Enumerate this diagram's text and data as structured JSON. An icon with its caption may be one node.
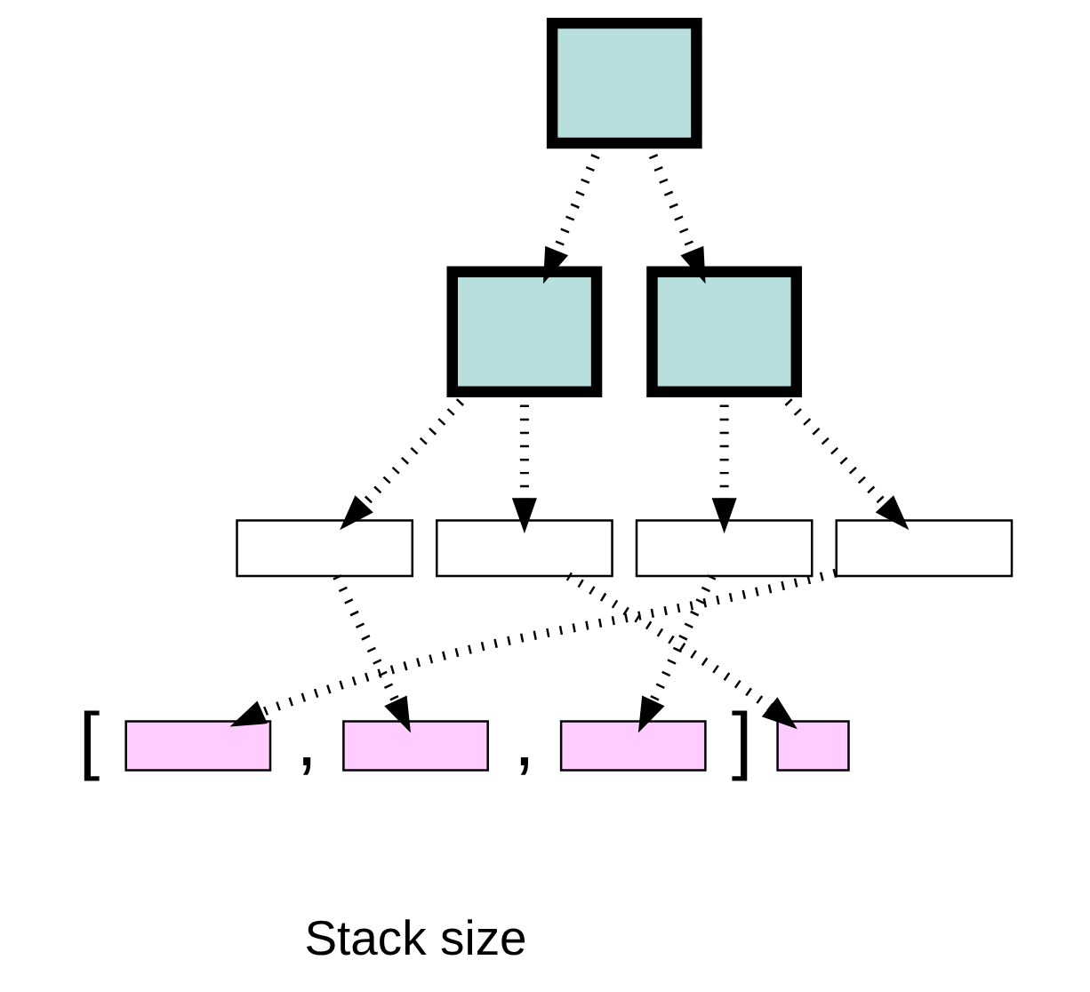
{
  "diagram": {
    "nodes": [
      {
        "text": [],
        "shape": "box"
      },
      {
        "text": [],
        "shape": "box"
      },
      {
        "text": [],
        "shape": "box"
      },
      {
        "text": [],
        "shape": "box"
      },
      {
        "text": [],
        "shape": "box"
      },
      {
        "text": [],
        "shape": "box"
      },
      {
        "text": [],
        "shape": "box"
      },
      {
        "text": [],
        "shape": "box"
      },
      {
        "text": [],
        "shape": "box"
      },
      {
        "text": [],
        "shape": "box"
      },
      {
        "text": [],
        "shape": "box"
      }
    ],
    "edges": [
      {
        "from": 0,
        "to": 1,
        "arrow": "to"
      },
      {
        "from": 0,
        "to": 2,
        "arrow": "to"
      },
      {
        "from": 1,
        "to": 3,
        "arrow": "to"
      },
      {
        "from": 1,
        "to": 4,
        "arrow": "to"
      },
      {
        "from": 2,
        "to": 5,
        "arrow": "to"
      },
      {
        "from": 2,
        "to": 6,
        "arrow": "to"
      },
      {
        "from": 3,
        "to": 8,
        "arrow": "to"
      },
      {
        "from": 4,
        "to": 10,
        "arrow": "to"
      },
      {
        "from": 5,
        "to": 9,
        "arrow": "to"
      },
      {
        "from": 6,
        "to": 7,
        "arrow": "to"
      }
    ],
    "labels": [
      "[",
      ",",
      ",",
      "]",
      "Stack size"
    ]
  }
}
